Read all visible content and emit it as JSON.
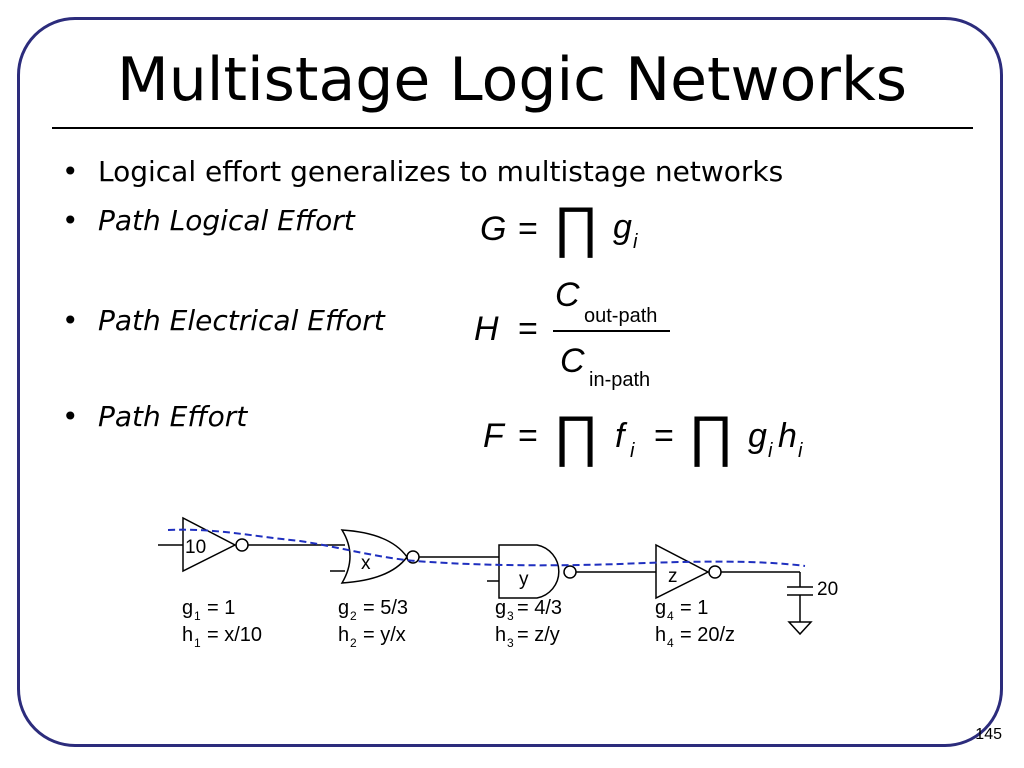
{
  "slide": {
    "title": "Multistage Logic Networks",
    "page_number": "145",
    "bullets": [
      {
        "text": "Logical effort generalizes to multistage networks",
        "italic": false
      },
      {
        "text": "Path Logical Effort",
        "italic": true
      },
      {
        "text": "Path Electrical Effort",
        "italic": true
      },
      {
        "text": "Path Effort",
        "italic": true
      }
    ],
    "bullet_char": "•"
  },
  "equations": {
    "G": {
      "lhs": "G",
      "eq": "=",
      "prod": "∏",
      "g": "g",
      "i": "i"
    },
    "H": {
      "lhs": "H",
      "eq": "=",
      "num_C": "C",
      "num_sub": "out-path",
      "den_C": "C",
      "den_sub": "in-path"
    },
    "F": {
      "lhs": "F",
      "eq1": "=",
      "prod1": "∏",
      "f": "f",
      "i1": "i",
      "eq2": "=",
      "prod2": "∏",
      "g": "g",
      "i2": "i",
      "h": "h",
      "i3": "i"
    }
  },
  "circuit": {
    "gate_labels": [
      "10",
      "x",
      "y",
      "z"
    ],
    "load_label": "20",
    "stages": [
      {
        "g": "g",
        "g_sub": "1",
        "g_val": "= 1",
        "h": "h",
        "h_sub": "1",
        "h_val": "= x/10"
      },
      {
        "g": "g",
        "g_sub": "2",
        "g_val": "= 5/3",
        "h": "h",
        "h_sub": "2",
        "h_val": "= y/x"
      },
      {
        "g": "g",
        "g_sub": "3",
        "g_val": "= 4/3",
        "h": "h",
        "h_sub": "3",
        "h_val": "= z/y"
      },
      {
        "g": "g",
        "g_sub": "4",
        "g_val": "= 1",
        "h": "h",
        "h_sub": "4",
        "h_val": "= 20/z"
      }
    ],
    "colors": {
      "path": "#1f2fbf",
      "frame": "#2c2c7c"
    }
  }
}
